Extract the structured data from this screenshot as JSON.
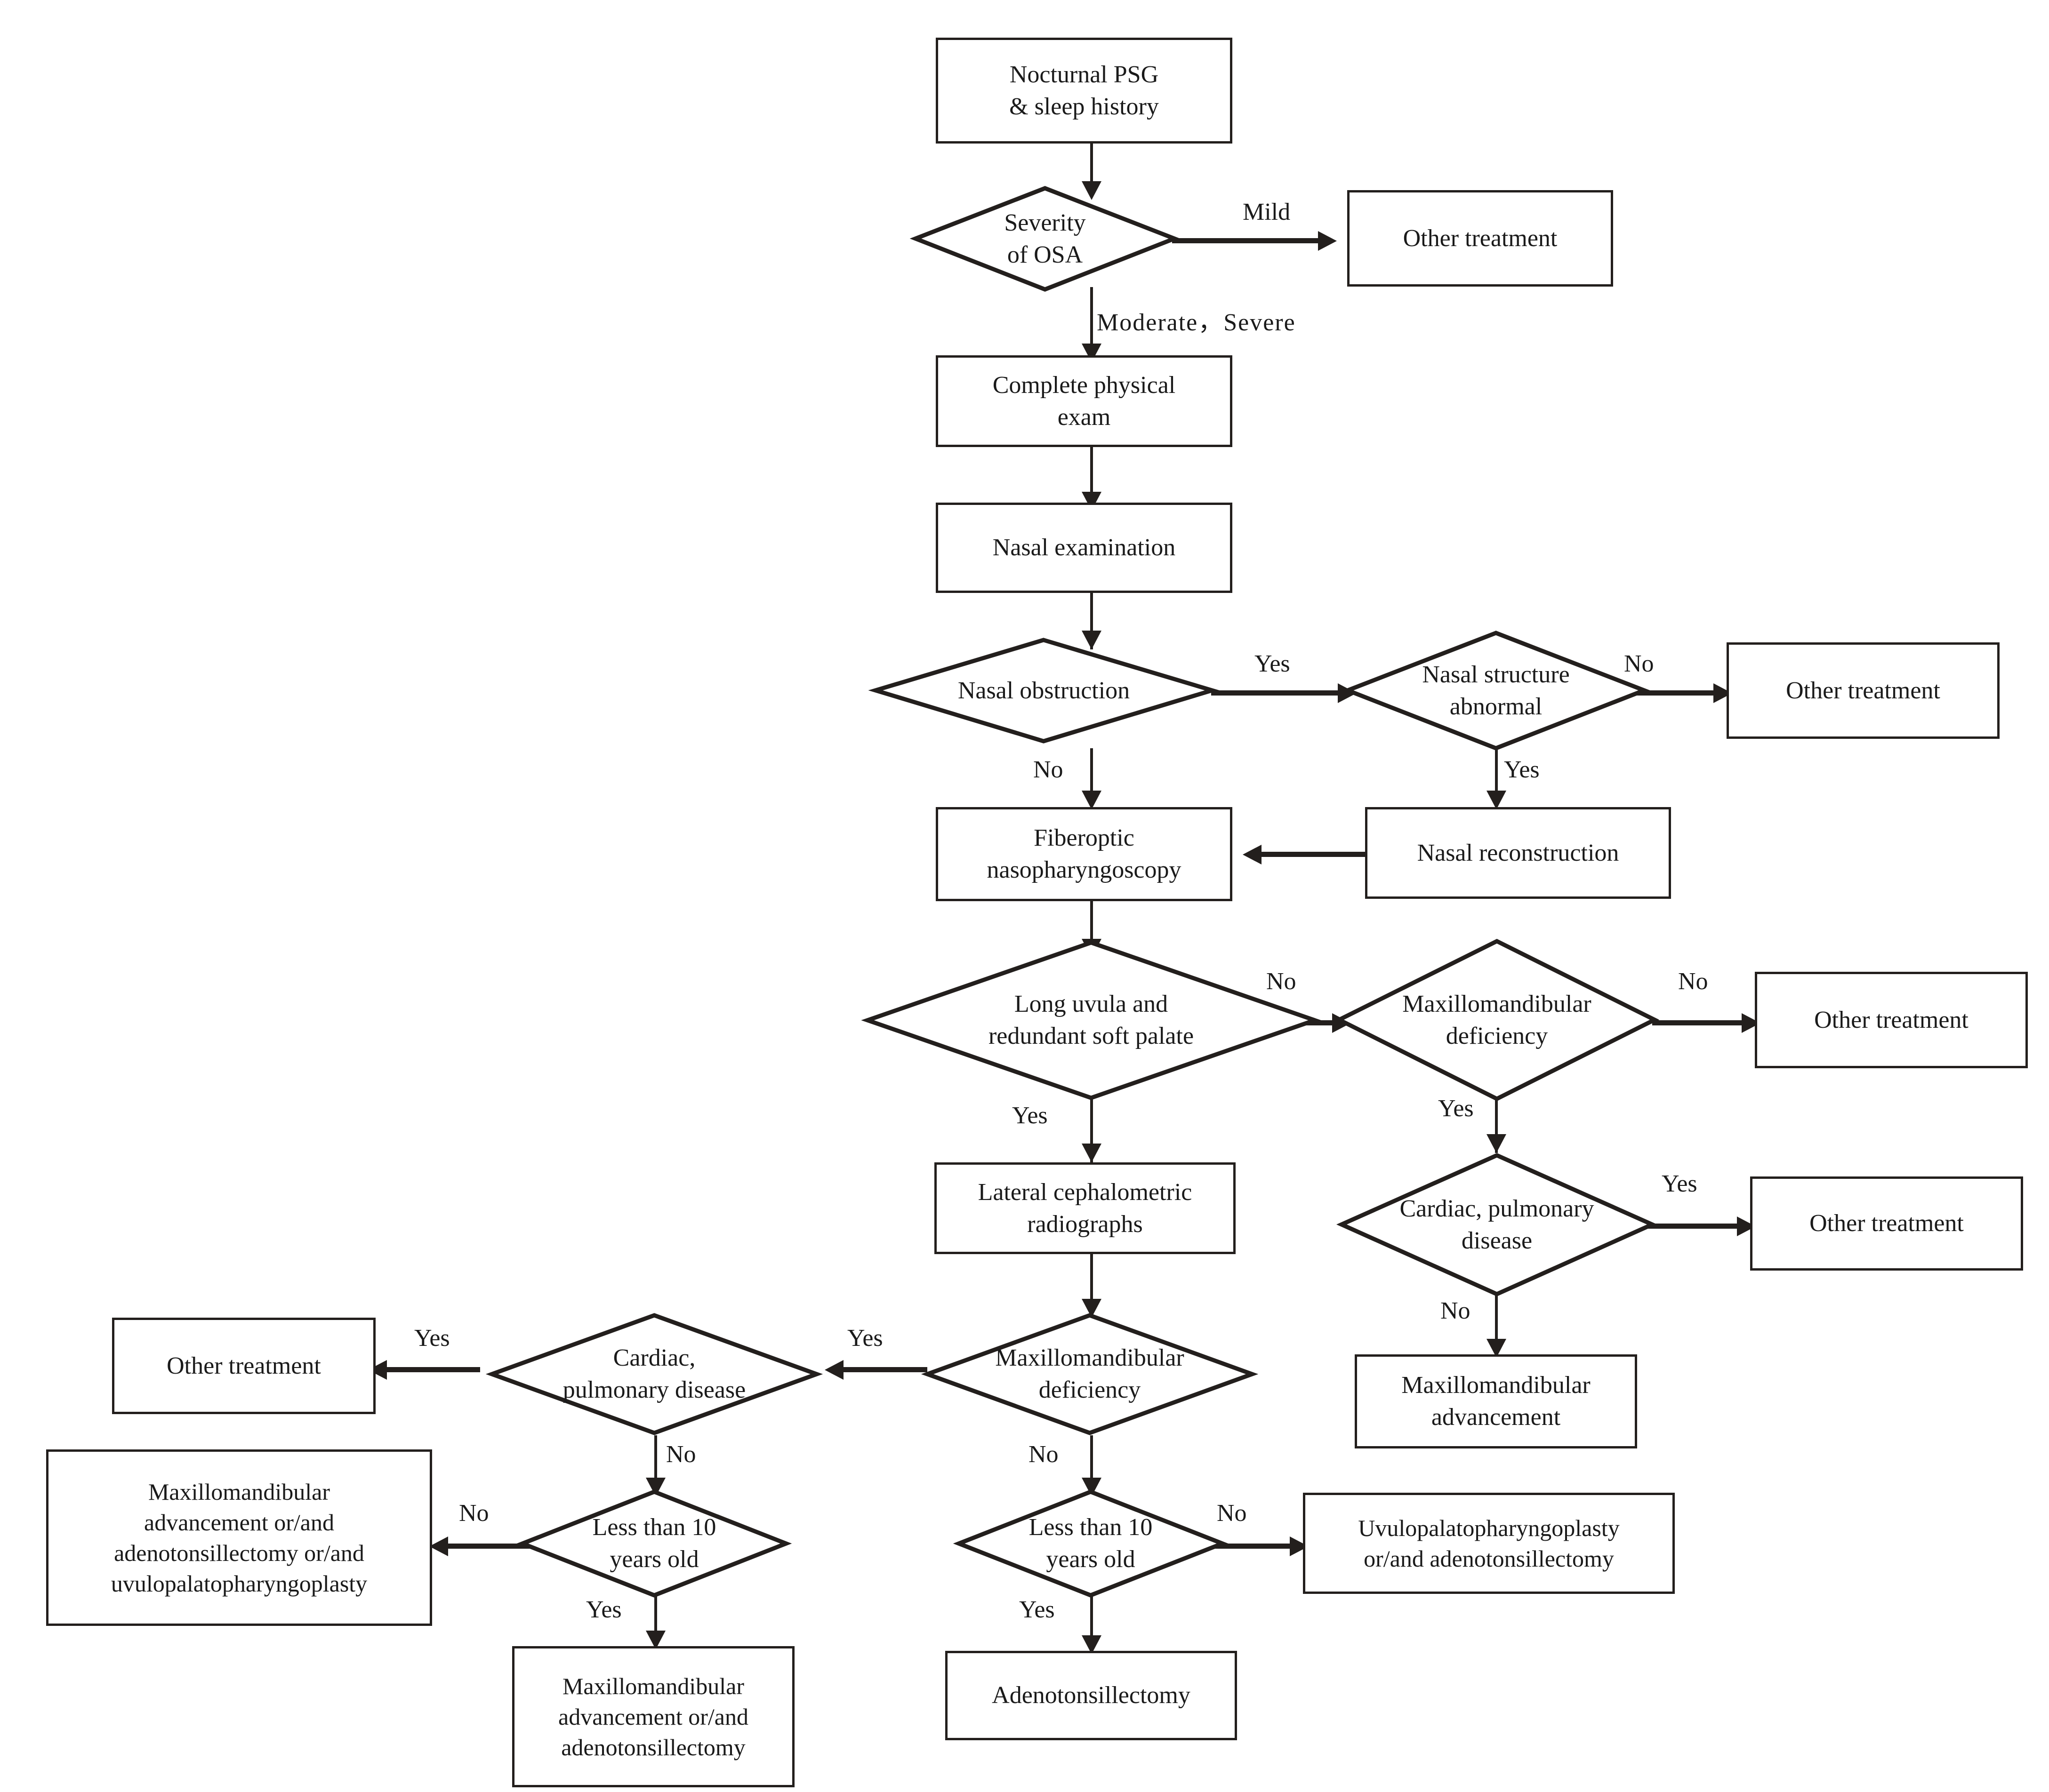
{
  "diagram": {
    "type": "clinical-decision-flowchart",
    "topic": "Surgical treatment algorithm for obstructive sleep apnea (OSA)"
  },
  "nodes": {
    "psg": {
      "shape": "process",
      "lines": [
        "Nocturnal PSG",
        "& sleep history"
      ]
    },
    "severity": {
      "shape": "decision",
      "lines": [
        "Severity",
        "of OSA"
      ]
    },
    "other_mild": {
      "shape": "process",
      "lines": [
        "Other treatment"
      ]
    },
    "physical_exam": {
      "shape": "process",
      "lines": [
        "Complete physical",
        "exam"
      ]
    },
    "nasal_exam": {
      "shape": "process",
      "lines": [
        "Nasal examination"
      ]
    },
    "nasal_obs": {
      "shape": "decision",
      "lines": [
        "Nasal obstruction"
      ]
    },
    "nasal_struct": {
      "shape": "decision",
      "lines": [
        "Nasal structure",
        "abnormal"
      ]
    },
    "other_nasal": {
      "shape": "process",
      "lines": [
        "Other treatment"
      ]
    },
    "nasal_recon": {
      "shape": "process",
      "lines": [
        "Nasal reconstruction"
      ]
    },
    "fiberoptic": {
      "shape": "process",
      "lines": [
        "Fiberoptic",
        "nasopharyngoscopy"
      ]
    },
    "long_uvula": {
      "shape": "decision",
      "lines": [
        "Long uvula and",
        "redundant soft palate"
      ]
    },
    "mmd_right": {
      "shape": "decision",
      "lines": [
        "Maxillomandibular",
        "deficiency"
      ]
    },
    "other_mmd": {
      "shape": "process",
      "lines": [
        "Other treatment"
      ]
    },
    "cardio_right": {
      "shape": "decision",
      "lines": [
        "Cardiac, pulmonary",
        "disease"
      ]
    },
    "other_cardio_r": {
      "shape": "process",
      "lines": [
        "Other treatment"
      ]
    },
    "mma_right": {
      "shape": "process",
      "lines": [
        "Maxillomandibular",
        "advancement"
      ]
    },
    "lateral_ceph": {
      "shape": "process",
      "lines": [
        "Lateral cephalometric",
        "radiographs"
      ]
    },
    "mmd_center": {
      "shape": "decision",
      "lines": [
        "Maxillomandibular",
        "deficiency"
      ]
    },
    "cardio_left": {
      "shape": "decision",
      "lines": [
        "Cardiac,",
        "pulmonary disease"
      ]
    },
    "other_cardio_l": {
      "shape": "process",
      "lines": [
        "Other treatment"
      ]
    },
    "age_left": {
      "shape": "decision",
      "lines": [
        "Less than 10",
        "years old"
      ]
    },
    "age_center": {
      "shape": "decision",
      "lines": [
        "Less than 10",
        "years old"
      ]
    },
    "mma_ton_upp": {
      "shape": "process",
      "lines": [
        "Maxillomandibular",
        "advancement or/and",
        "adenotonsillectomy or/and",
        "uvulopalatopharyngoplasty"
      ]
    },
    "mma_ton": {
      "shape": "process",
      "lines": [
        "Maxillomandibular",
        "advancement or/and",
        "adenotonsillectomy"
      ]
    },
    "upp_ton": {
      "shape": "process",
      "lines": [
        "Uvulopalatopharyngoplasty",
        "or/and adenotonsillectomy"
      ]
    },
    "adenoton": {
      "shape": "process",
      "lines": [
        "Adenotonsillectomy"
      ]
    }
  },
  "edge_labels": {
    "mild": "Mild",
    "moderate_severe": "Moderate，Severe",
    "nasal_obs_yes": "Yes",
    "nasal_obs_no": "No",
    "nasal_struct_no": "No",
    "nasal_struct_yes": "Yes",
    "uvula_no": "No",
    "uvula_yes": "Yes",
    "mmd_right_no": "No",
    "mmd_right_yes": "Yes",
    "cardio_right_yes": "Yes",
    "cardio_right_no": "No",
    "mmd_center_yes": "Yes",
    "mmd_center_no": "No",
    "cardio_left_yes": "Yes",
    "cardio_left_no": "No",
    "age_left_no": "No",
    "age_left_yes": "Yes",
    "age_center_no": "No",
    "age_center_yes": "Yes"
  },
  "style": {
    "stroke": "#231f1d",
    "background": "#ffffff",
    "text": "#1a1a1a"
  }
}
